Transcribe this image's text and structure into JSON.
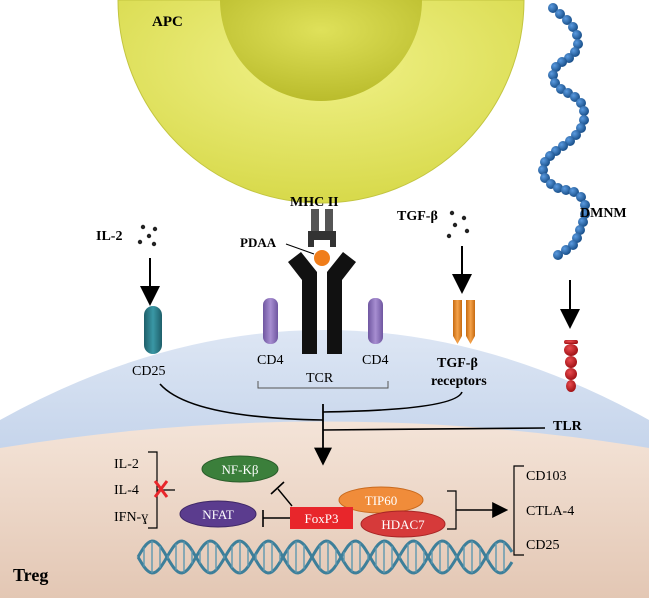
{
  "labels": {
    "apc": "APC",
    "mhc": "MHC II",
    "pdaa": "PDAA",
    "il2": "IL-2",
    "tgfb": "TGF-β",
    "dmnm": "DMNM",
    "cd25_receptor": "CD25",
    "cd4_left": "CD4",
    "cd4_right": "CD4",
    "tcr": "TCR",
    "tgfb_receptors_line1": "TGF-β",
    "tgfb_receptors_line2": "receptors",
    "tlr": "TLR",
    "treg": "Treg"
  },
  "suppressed_cytokines": [
    "IL-2",
    "IL-4",
    "IFN-ɣ"
  ],
  "molecules": {
    "nfkb": "NF-Kβ",
    "nfat": "NFAT",
    "foxp3": "FoxP3",
    "tip60": "TIP60",
    "hdac7": "HDAC7"
  },
  "expressed_markers": [
    "CD103",
    "CTLA-4",
    "CD25"
  ],
  "colors": {
    "apc": "#e2e45c",
    "apc_inner": "#c9cb3a",
    "membrane": "#c5d3ea",
    "nucleus": "#ecd6c7",
    "cd25": "#2e7e8a",
    "cd4": "#8f75b8",
    "tgfb_receptor": "#e0851f",
    "tlr": "#c0161b",
    "dmnm": "#1f62a8",
    "nfkb": "#3a7a3a",
    "nfat": "#5b3c8e",
    "foxp3": "#e8262b",
    "tip60": "#f08c3a",
    "hdac7": "#d63a3a",
    "dna": "#3d7f9a"
  }
}
